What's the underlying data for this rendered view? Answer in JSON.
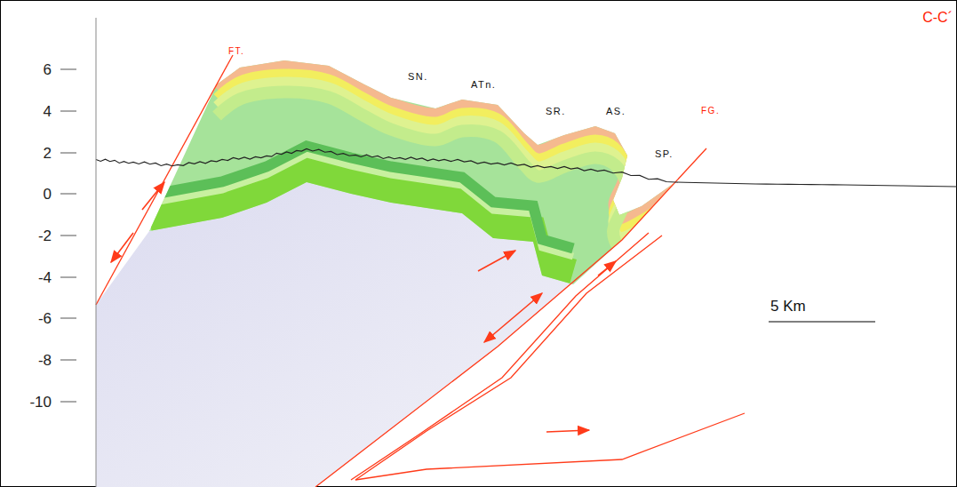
{
  "diagram": {
    "labels": [
      "C-C´",
      "6",
      "4",
      "2",
      "0",
      "-2",
      "-4",
      "-6",
      "-8",
      "-10",
      "FT.",
      "SN.",
      "ATn.",
      "SR.",
      "AS.",
      "FG.",
      "SP.",
      "5 Km"
    ]
  }
}
